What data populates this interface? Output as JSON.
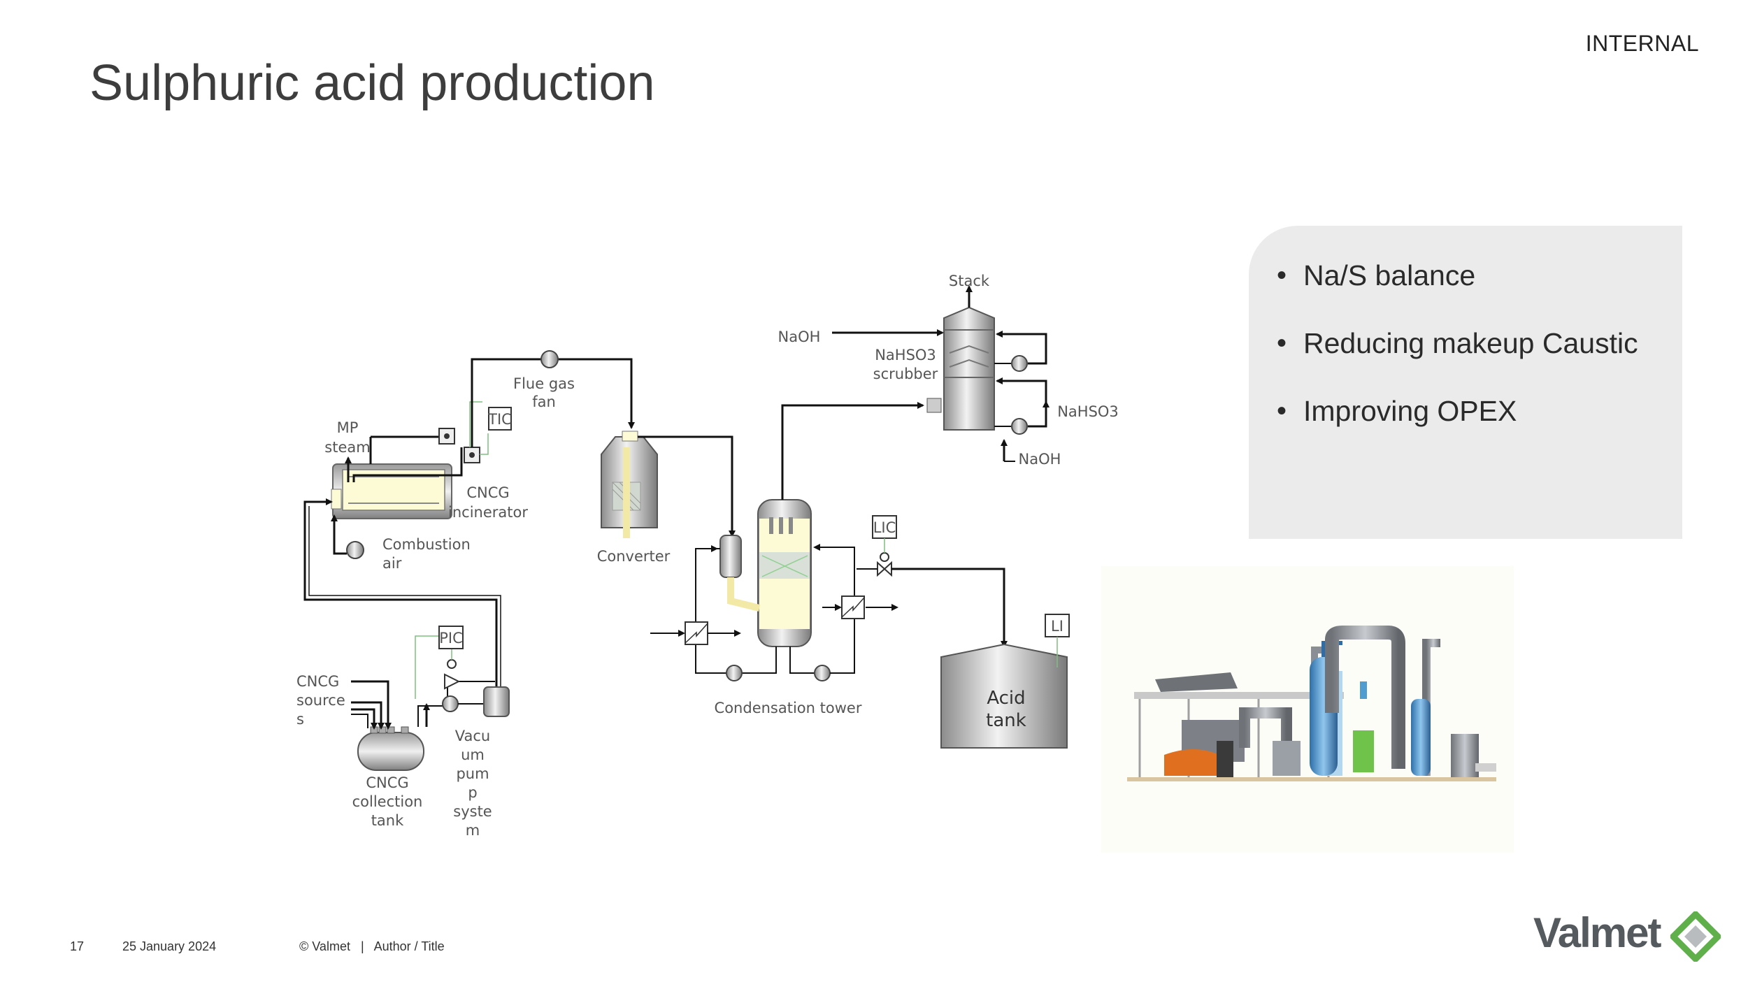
{
  "header": {
    "classification": "INTERNAL",
    "title": "Sulphuric acid production"
  },
  "diagram": {
    "labels": {
      "mp_steam_1": "MP",
      "mp_steam_2": "steam",
      "flue_gas_fan_1": "Flue gas",
      "flue_gas_fan_2": "fan",
      "tic": "TIC",
      "incinerator_1": "CNCG",
      "incinerator_2": "incinerator",
      "combustion_air_1": "Combustion",
      "combustion_air_2": "air",
      "converter": "Converter",
      "pic": "PIC",
      "cncg_sources_1": "CNCG",
      "cncg_sources_2": "source",
      "cncg_sources_3": "s",
      "collection_tank_1": "CNCG",
      "collection_tank_2": "collection",
      "collection_tank_3": "tank",
      "vacuum_1": "Vacu",
      "vacuum_2": "um",
      "vacuum_3": "pum",
      "vacuum_4": "p",
      "vacuum_5": "syste",
      "vacuum_6": "m",
      "condensation_tower": "Condensation tower",
      "lic": "LIC",
      "li": "LI",
      "acid_tank_1": "Acid",
      "acid_tank_2": "tank",
      "stack": "Stack",
      "naoh_top": "NaOH",
      "scrubber_1": "NaHSO3",
      "scrubber_2": "scrubber",
      "nahso3_out": "NaHSO3",
      "naoh_bottom": "NaOH"
    }
  },
  "bullets": [
    "Na/S balance",
    "Reducing makeup Caustic",
    "Improving OPEX"
  ],
  "footer": {
    "page_number": "17",
    "date": "25 January 2024",
    "copyright": "© Valmet   |   Author / Title"
  },
  "logo": {
    "wordmark": "Valmet"
  },
  "colors": {
    "brand_green": "#5fb04a",
    "brand_gray": "#555a5e",
    "vessel_fill": "#fdfbd6"
  }
}
